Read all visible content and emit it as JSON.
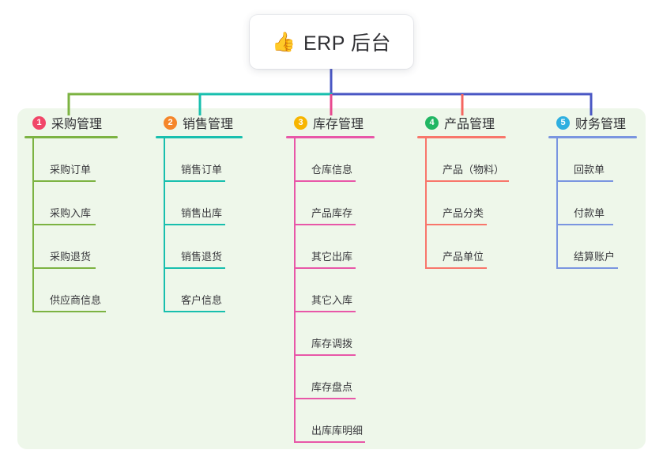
{
  "diagram": {
    "root": {
      "icon": "thumbs-up-icon",
      "emoji": "👍",
      "title": "ERP 后台"
    },
    "panel_color": "#eef7ea",
    "trunk_color": "#4a57c4",
    "columns": [
      {
        "badge": "1",
        "badge_color": "#f14668",
        "title": "采购管理",
        "color": "#7cb342",
        "connector_color": "#7cb342",
        "title_rule_width": 118,
        "items": [
          {
            "label": "采购订单",
            "rule_width": 80
          },
          {
            "label": "采购入库",
            "rule_width": 80
          },
          {
            "label": "采购退货",
            "rule_width": 80
          },
          {
            "label": "供应商信息",
            "rule_width": 93
          }
        ]
      },
      {
        "badge": "2",
        "badge_color": "#f5862a",
        "title": "销售管理",
        "color": "#18bfae",
        "connector_color": "#18bfae",
        "title_rule_width": 110,
        "items": [
          {
            "label": "销售订单",
            "rule_width": 78
          },
          {
            "label": "销售出库",
            "rule_width": 78
          },
          {
            "label": "销售退货",
            "rule_width": 78
          },
          {
            "label": "客户信息",
            "rule_width": 78
          }
        ]
      },
      {
        "badge": "3",
        "badge_color": "#f7b500",
        "title": "库存管理",
        "color": "#e857a8",
        "connector_color": "#e8498f",
        "title_rule_width": 112,
        "items": [
          {
            "label": "仓库信息",
            "rule_width": 78
          },
          {
            "label": "产品库存",
            "rule_width": 78
          },
          {
            "label": "其它出库",
            "rule_width": 78
          },
          {
            "label": "其它入库",
            "rule_width": 78
          },
          {
            "label": "库存调拨",
            "rule_width": 78
          },
          {
            "label": "库存盘点",
            "rule_width": 78
          },
          {
            "label": "出库库明细",
            "rule_width": 90
          }
        ]
      },
      {
        "badge": "4",
        "badge_color": "#21b663",
        "title": "产品管理",
        "color": "#f8766b",
        "connector_color": "#f5655f",
        "title_rule_width": 112,
        "items": [
          {
            "label": "产品（物料）",
            "rule_width": 106
          },
          {
            "label": "产品分类",
            "rule_width": 78
          },
          {
            "label": "产品单位",
            "rule_width": 78
          }
        ]
      },
      {
        "badge": "5",
        "badge_color": "#2eafe0",
        "title": "财务管理",
        "color": "#7a95e0",
        "connector_color": "#4a57c4",
        "title_rule_width": 112,
        "items": [
          {
            "label": "回款单",
            "rule_width": 72
          },
          {
            "label": "付款单",
            "rule_width": 72
          },
          {
            "label": "结算账户",
            "rule_width": 78
          }
        ]
      }
    ]
  }
}
